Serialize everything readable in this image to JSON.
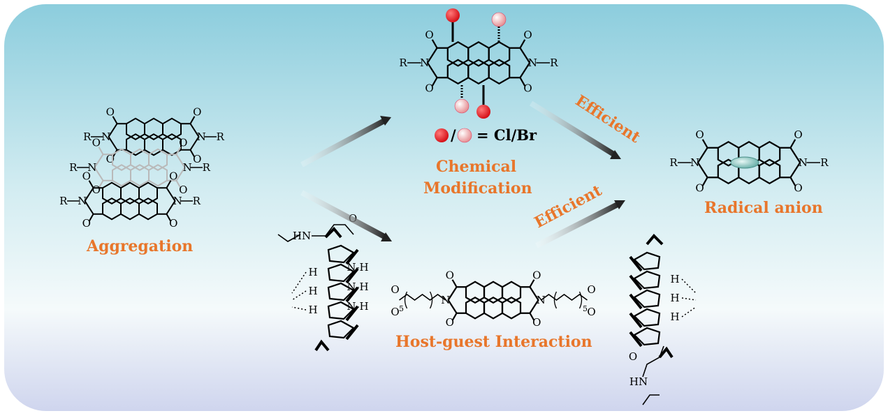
{
  "labels": {
    "aggregation": "Aggregation",
    "chemical_line1": "Chemical",
    "chemical_line2": "Modification",
    "radical": "Radical anion",
    "hostguest": "Host-guest Interaction",
    "efficient_top": "Efficient",
    "efficient_bottom": "Efficient",
    "legend_text": "= Cl/Br",
    "legend_slash": "/"
  },
  "atoms": {
    "R": "R",
    "N": "N",
    "O": "O",
    "H": "H",
    "HN": "HN",
    "NH": "N-H",
    "sub5": "5"
  },
  "colors": {
    "label": "#e8762b",
    "halogen_cl": "#e0141b",
    "halogen_br": "#f2a8aa",
    "panel_top": "#8fcfdf",
    "panel_bottom": "#f4f4fb"
  }
}
